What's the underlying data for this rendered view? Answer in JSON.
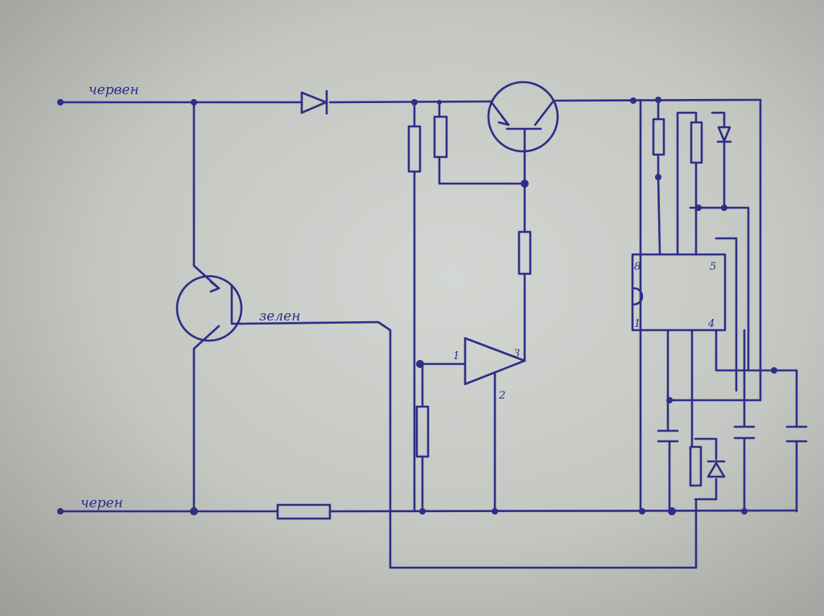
{
  "labels": {
    "top_wire": "червен",
    "middle_wire": "зелен",
    "bottom_wire": "черен"
  },
  "opamp_pins": {
    "in": "1",
    "out": "3",
    "gnd": "2"
  },
  "ic_pins": {
    "p8": "8",
    "p5": "5",
    "p1": "1",
    "p4": "4"
  },
  "colors": {
    "ink": "#2b2f86",
    "paper": "#c9cbc8"
  }
}
